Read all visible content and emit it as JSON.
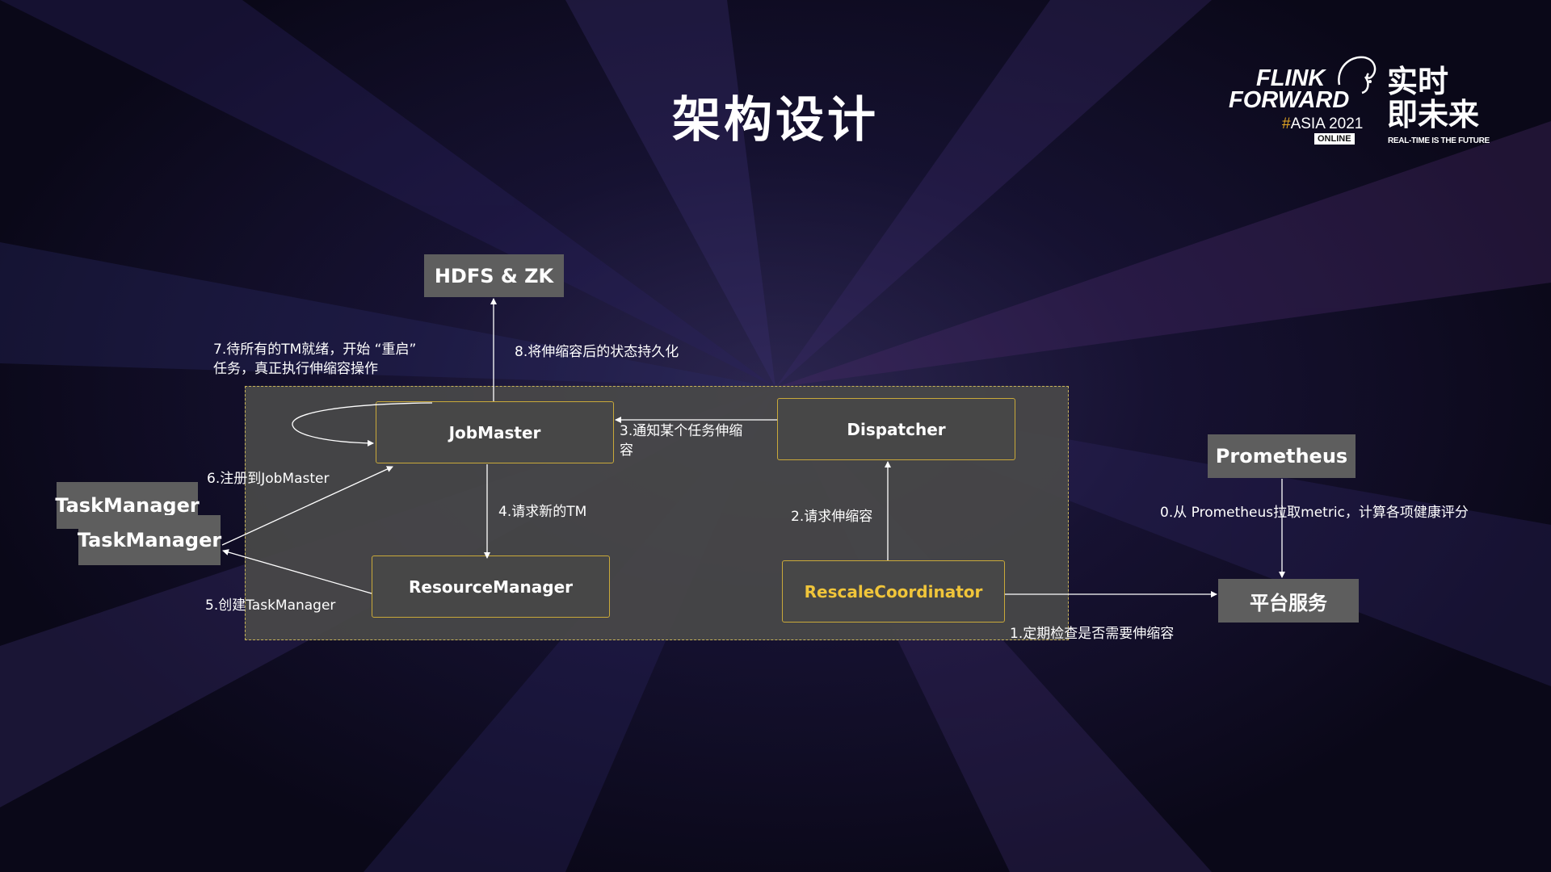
{
  "slide": {
    "title": "架构设计"
  },
  "logo": {
    "flink": "FLINK",
    "forward": "FORWARD",
    "hash": "#",
    "asia": "ASIA 2021",
    "online": "ONLINE",
    "cn_line1": "实时",
    "cn_line2": "即未来",
    "tagline": "REAL-TIME IS THE FUTURE"
  },
  "diagram": {
    "nodes": {
      "hdfs": "HDFS & ZK",
      "jobmaster": "JobMaster",
      "dispatcher": "Dispatcher",
      "resourcemanager": "ResourceManager",
      "rescalecoordinator": "RescaleCoordinator",
      "taskmanager_back": "TaskManager",
      "taskmanager_front": "TaskManager",
      "prometheus": "Prometheus",
      "platform": "平台服务"
    },
    "labels": {
      "step0": "0.从 Prometheus拉取metric，计算各项健康评分",
      "step1": "1.定期检查是否需要伸缩容",
      "step2": "2.请求伸缩容",
      "step3_line1": "3.通知某个任务伸缩",
      "step3_line2": "容",
      "step4": "4.请求新的TM",
      "step5": "5.创建TaskManager",
      "step6": "6.注册到JobMaster",
      "step7_line1": "7.待所有的TM就绪，开始 “重启”",
      "step7_line2": "任务，真正执行伸缩容操作",
      "step8": "8.将伸缩容后的状态持久化"
    },
    "colors": {
      "container_bg": "#484848",
      "border_gold": "#c9a93a",
      "highlight_text": "#f0c53a",
      "gray_box": "#5e5e5e"
    }
  }
}
